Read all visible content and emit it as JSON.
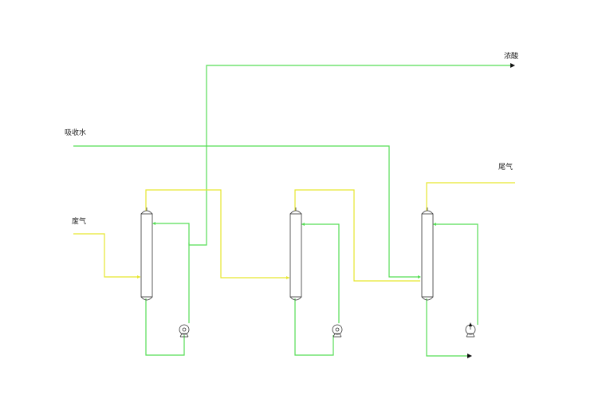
{
  "labels": {
    "concentrated_acid": "浓酸",
    "absorbent_water": "吸收水",
    "tail_gas": "尾气",
    "waste_gas": "废气"
  },
  "colors": {
    "liquid_line": "#55dd55",
    "gas_line": "#e6e62e",
    "equipment": "#333333",
    "background": "#ffffff"
  }
}
